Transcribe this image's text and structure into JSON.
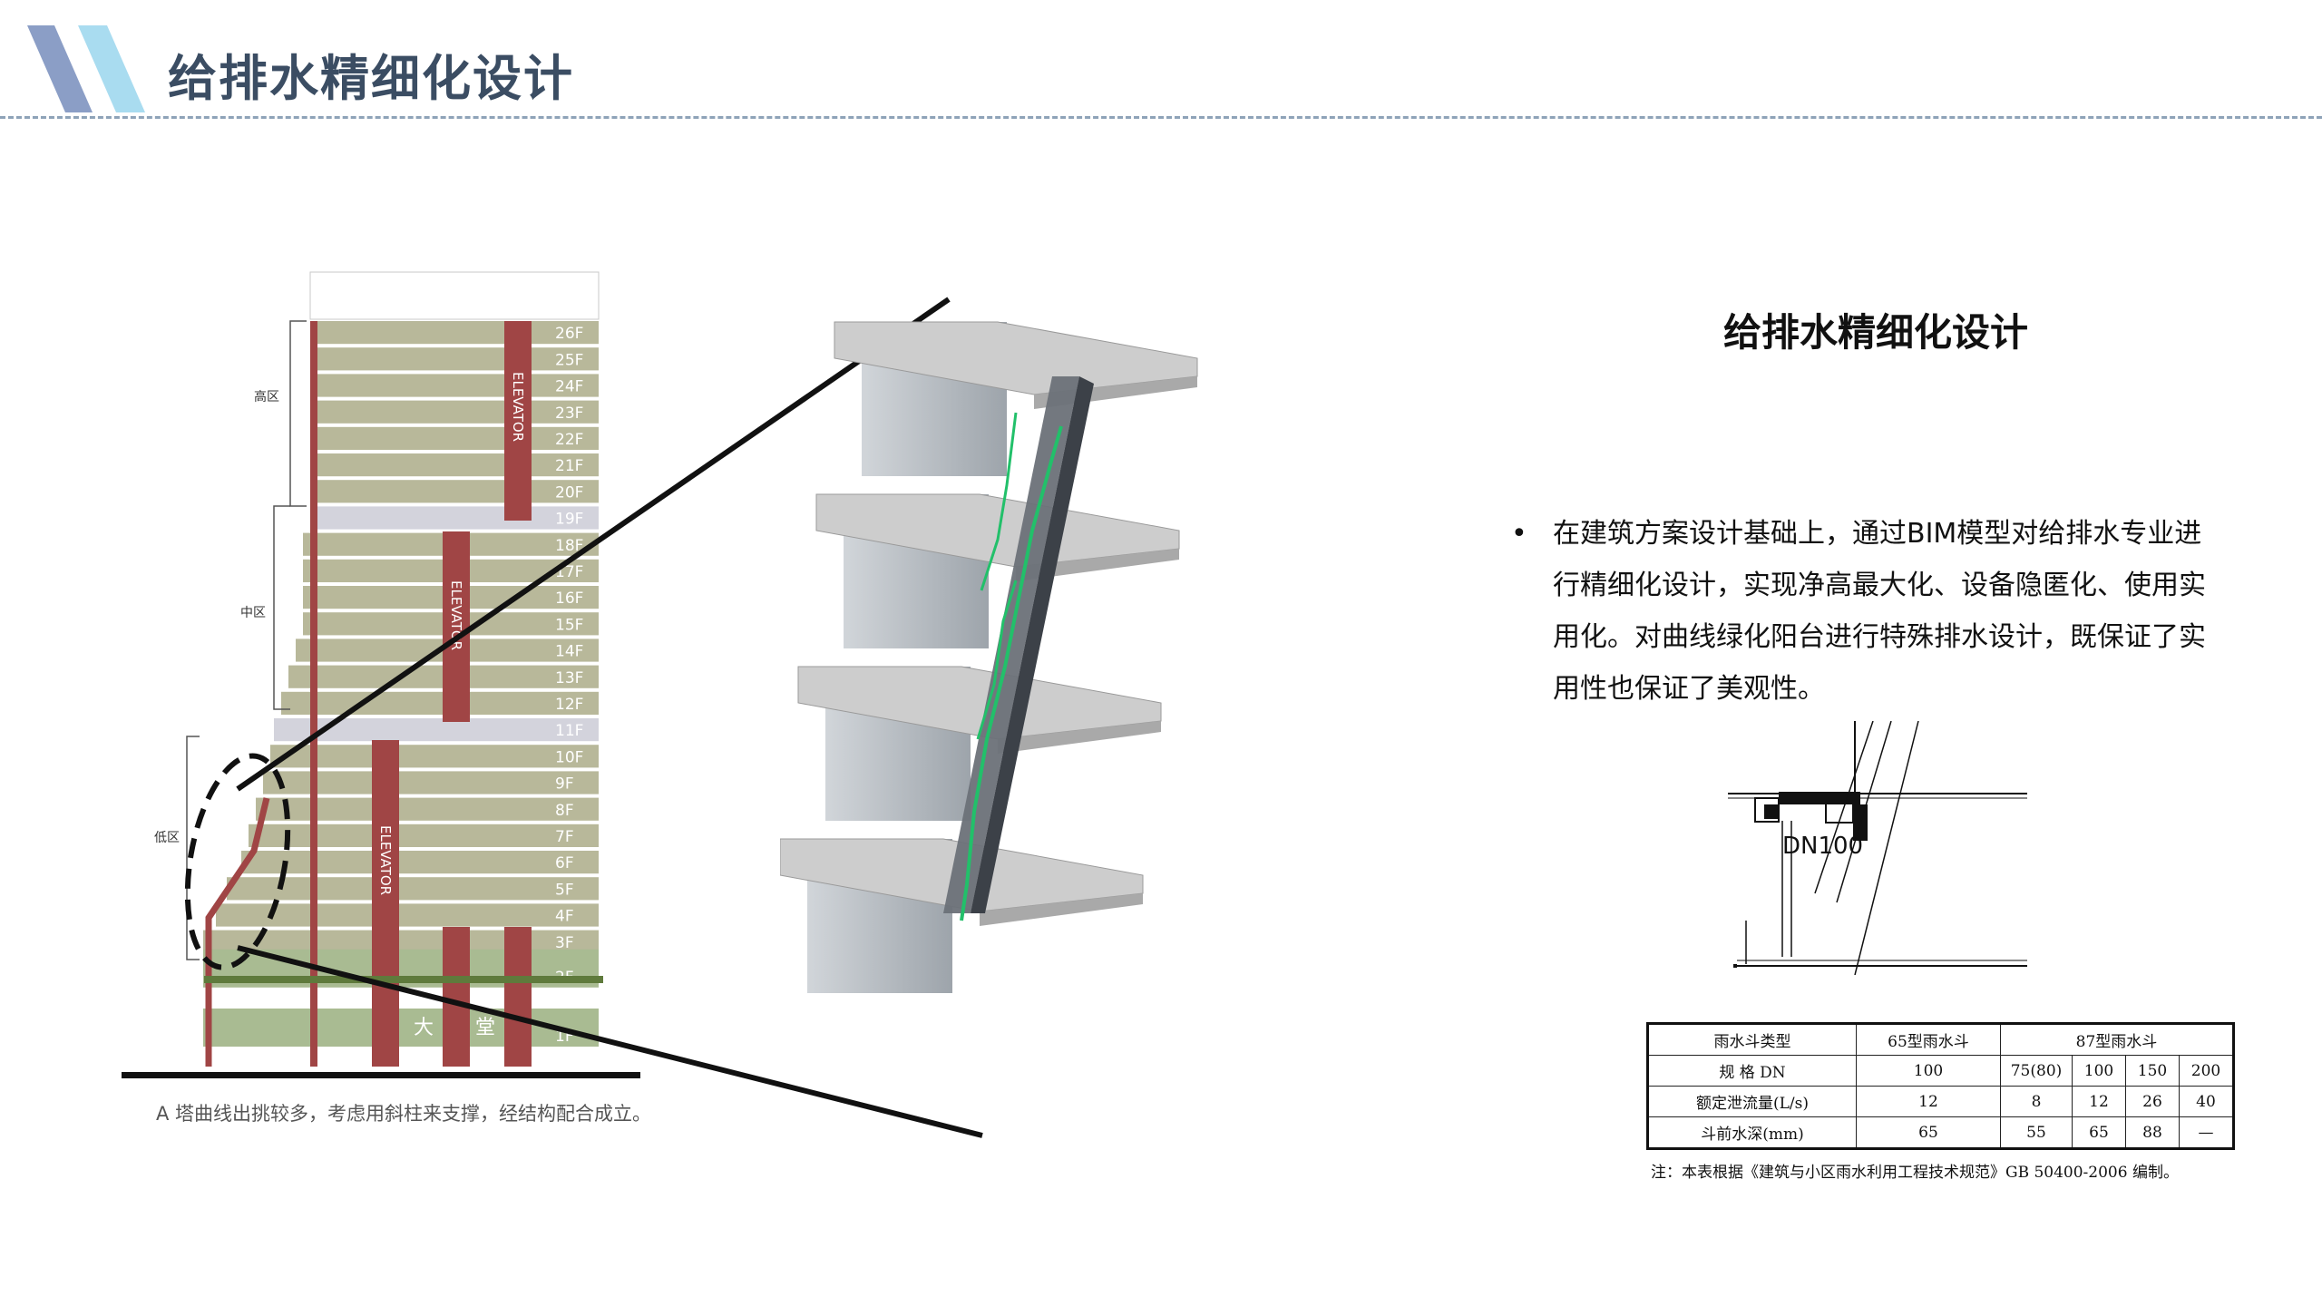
{
  "header": {
    "title": "给排水精细化设计"
  },
  "section": {
    "title": "给排水精细化设计",
    "bullet": "在建筑方案设计基础上，通过BIM模型对给排水专业进行精细化设计，实现净高最大化、设备隐匿化、使用实用化。对曲线绿化阳台进行特殊排水设计，既保证了实用性也保证了美观性。"
  },
  "building": {
    "floors": [
      "26F",
      "25F",
      "24F",
      "23F",
      "22F",
      "21F",
      "20F",
      "19F",
      "18F",
      "17F",
      "16F",
      "15F",
      "14F",
      "13F",
      "12F",
      "11F",
      "10F",
      "9F",
      "8F",
      "7F",
      "6F",
      "5F",
      "4F",
      "3F",
      "2F",
      "1F"
    ],
    "zones": {
      "high": "高区",
      "mid": "中区",
      "low": "低区"
    },
    "elevator_label": "ELEVATOR",
    "lobby_chars": [
      "大",
      "堂"
    ],
    "caption": "A 塔曲线出挑较多，考虑用斜柱来支撑，经结构配合成立。"
  },
  "detail": {
    "pipe_label": "DN100"
  },
  "rain_table": {
    "rows": [
      [
        "雨水斗类型",
        "65型雨水斗",
        "87型雨水斗"
      ],
      [
        "规 格 DN",
        "100",
        "75(80)",
        "100",
        "150",
        "200"
      ],
      [
        "额定泄流量(L/s)",
        "12",
        "8",
        "12",
        "26",
        "40"
      ],
      [
        "斗前水深(mm)",
        "65",
        "55",
        "65",
        "88",
        "—"
      ]
    ],
    "note": "注：本表根据《建筑与小区雨水利用工程技术规范》GB 50400-2006 编制。"
  },
  "colors": {
    "accent": "#3b4d63",
    "floor": "#b8b89a",
    "elevator": "#a04545",
    "pipe": "#22c06a"
  }
}
